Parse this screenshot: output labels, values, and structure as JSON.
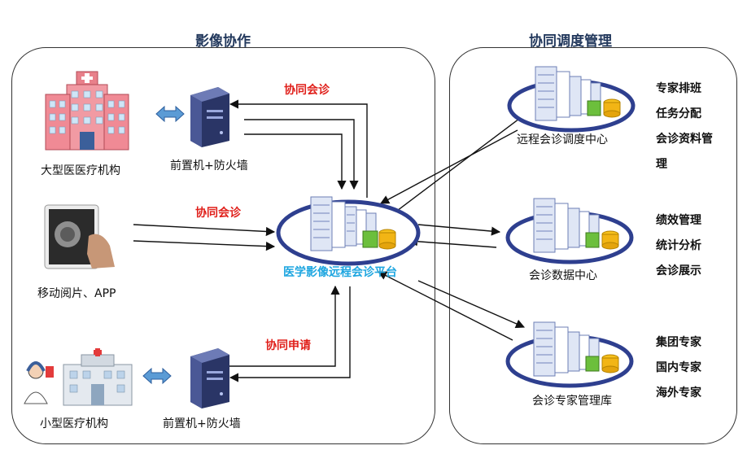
{
  "left_panel": {
    "title": "影像协作"
  },
  "right_panel": {
    "title": "协同调度管理"
  },
  "nodes": {
    "large_hospital": "大型医医疗机构",
    "front_server_top": "前置机+防火墙",
    "mobile_app": "移动阅片、APP",
    "small_hospital": "小型医疗机构",
    "front_server_bottom": "前置机+防火墙",
    "platform": "医学影像远程会诊平台",
    "dispatch_center": "远程会诊调度中心",
    "data_center": "会诊数据中心",
    "expert_library": "会诊专家管理库"
  },
  "flows": {
    "top": "协同会诊",
    "middle": "协同会诊",
    "bottom": "协同申请"
  },
  "features": {
    "dispatch": [
      "专家排班",
      "任务分配",
      "会诊资料管",
      "理"
    ],
    "data": [
      "绩效管理",
      "统计分析",
      "会诊展示"
    ],
    "experts": [
      "集团专家",
      "国内专家",
      "海外专家"
    ]
  },
  "colors": {
    "flow_label": "#e0201b",
    "platform_label": "#1ea6e0",
    "heading": "#23395d",
    "ellipse_ring": "#2e3f8f"
  }
}
